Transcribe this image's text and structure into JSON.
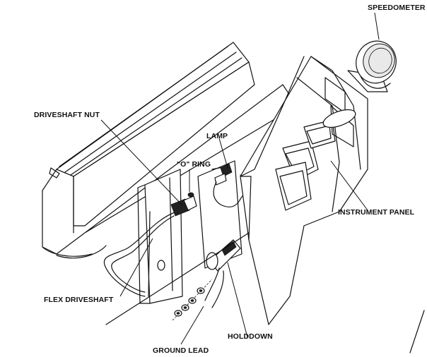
{
  "labels": {
    "speedometer": "SPEEDOMETER",
    "driveshaft_nut": "DRIVESHAFT NUT",
    "lamp": "LAMP",
    "o_ring": "\"O\" RING",
    "instrument_panel": "INSTRUMENT PANEL",
    "flex_driveshaft": "FLEX DRIVESHAFT",
    "holddown": "HOLDDOWN",
    "ground_lead": "GROUND LEAD"
  }
}
